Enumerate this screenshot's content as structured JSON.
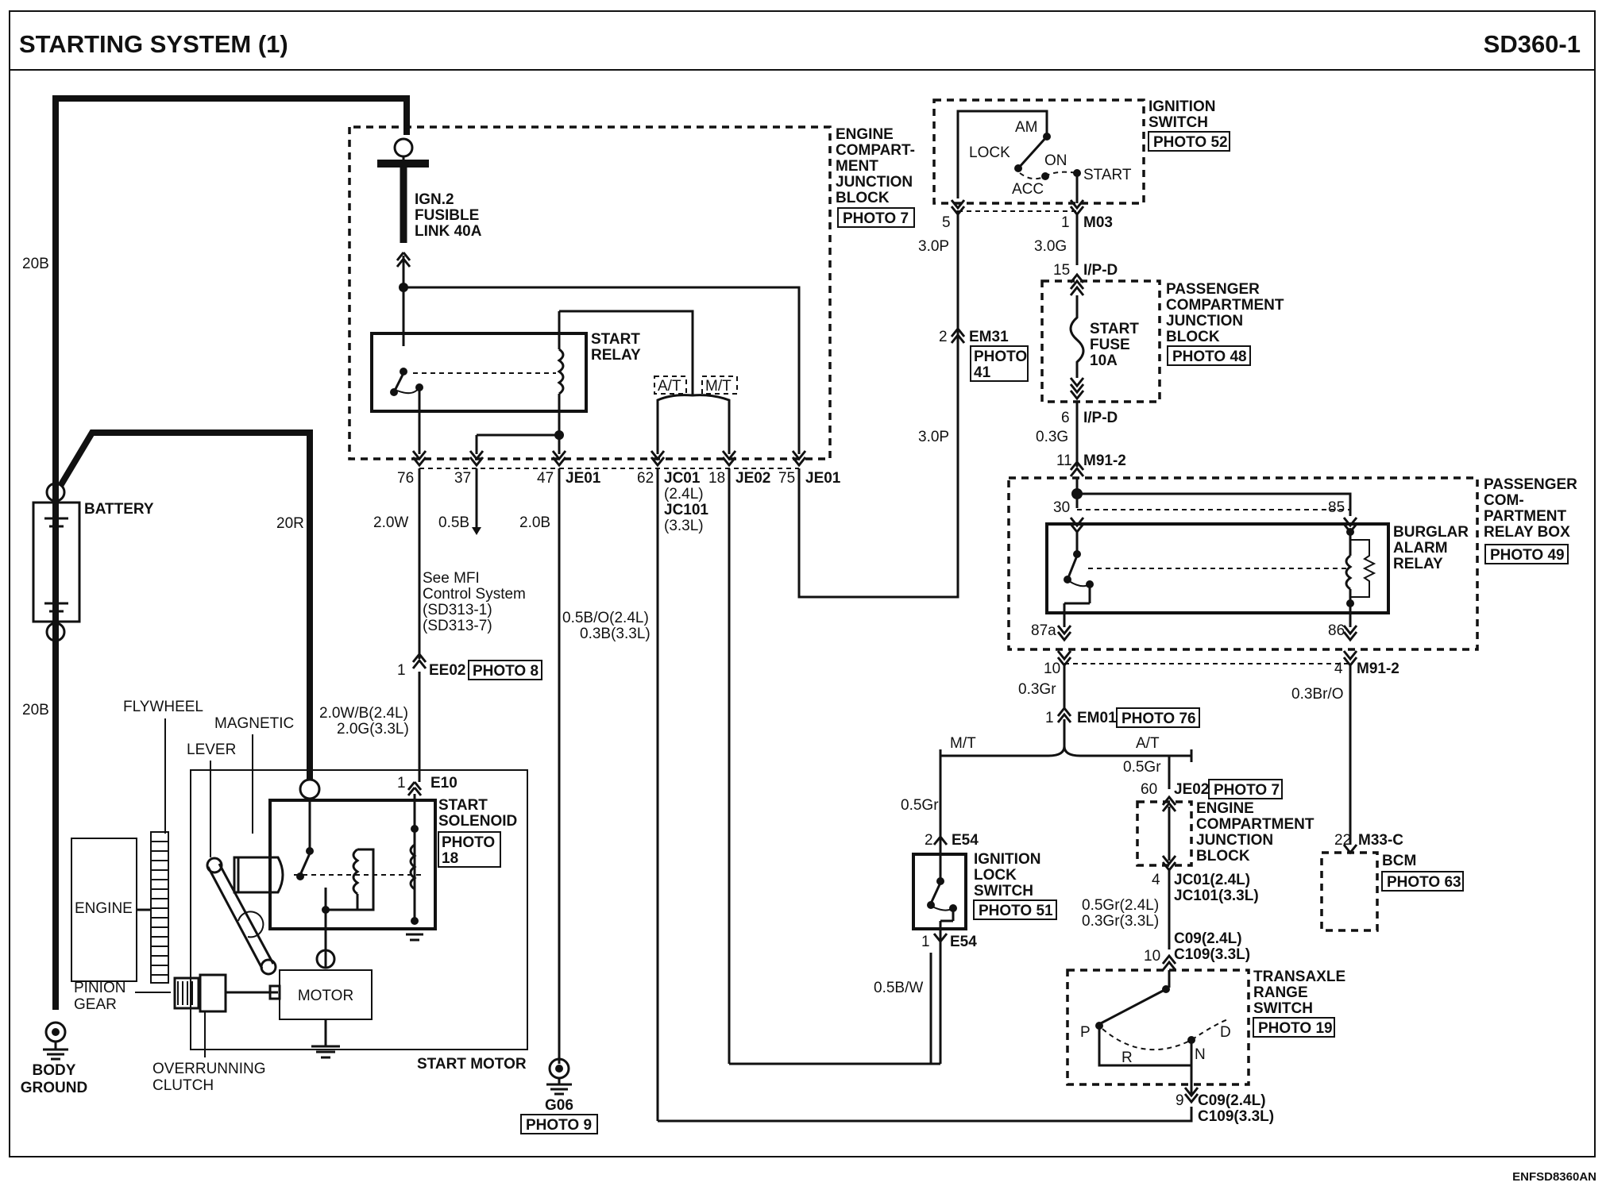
{
  "title": "STARTING SYSTEM (1)",
  "page_code": "SD360-1",
  "figure_code": "ENFSD8360AN",
  "components": {
    "battery": "BATTERY",
    "body_ground": [
      "BODY",
      "GROUND"
    ],
    "flywheel": "FLYWHEEL",
    "magnetic": "MAGNETIC",
    "lever": "LEVER",
    "engine": "ENGINE",
    "pinion_gear": [
      "PINION",
      "GEAR"
    ],
    "overrunning_clutch": [
      "OVERRUNNING",
      "CLUTCH"
    ],
    "motor": "MOTOR",
    "start_motor": "START MOTOR",
    "start_solenoid": [
      "START",
      "SOLENOID"
    ],
    "start_solenoid_photo": [
      "PHOTO",
      "18"
    ],
    "fusible_link": [
      "IGN.2",
      "FUSIBLE",
      "LINK 40A"
    ],
    "start_relay": [
      "START",
      "RELAY"
    ],
    "engine_jb": [
      "ENGINE",
      "COMPART-",
      "MENT",
      "JUNCTION",
      "BLOCK"
    ],
    "engine_jb_photo": "PHOTO 7",
    "ignition_switch": [
      "IGNITION",
      "SWITCH"
    ],
    "ignition_switch_photo": "PHOTO 52",
    "ign_positions": {
      "am": "AM",
      "lock": "LOCK",
      "on": "ON",
      "acc": "ACC",
      "start": "START"
    },
    "passenger_jb": [
      "PASSENGER",
      "COMPARTMENT",
      "JUNCTION",
      "BLOCK"
    ],
    "passenger_jb_photo": "PHOTO 48",
    "start_fuse": [
      "START",
      "FUSE",
      "10A"
    ],
    "em31_photo": [
      "PHOTO",
      "41"
    ],
    "relay_box": [
      "PASSENGER",
      "COM-",
      "PARTMENT",
      "RELAY BOX"
    ],
    "relay_box_photo": "PHOTO 49",
    "burglar_relay": [
      "BURGLAR",
      "ALARM",
      "RELAY"
    ],
    "see_mfi": [
      "See MFI",
      "Control System",
      "(SD313-1)",
      "(SD313-7)"
    ],
    "ignition_lock": [
      "IGNITION",
      "LOCK",
      "SWITCH"
    ],
    "ignition_lock_photo": "PHOTO 51",
    "engine_jb2": [
      "ENGINE",
      "COMPARTMENT",
      "JUNCTION",
      "BLOCK"
    ],
    "bcm": "BCM",
    "bcm_photo": "PHOTO 63",
    "transaxle": [
      "TRANSAXLE",
      "RANGE",
      "SWITCH"
    ],
    "transaxle_photo": "PHOTO 19",
    "trans_positions": {
      "p": "P",
      "r": "R",
      "n": "N",
      "d": "D"
    },
    "g06": "G06",
    "g06_photo": "PHOTO 9"
  },
  "connectors": {
    "je01_a": "JE01",
    "je01_b": "JE01",
    "je02": "JE02",
    "jc01": [
      "JC01",
      "(2.4L)",
      "JC101",
      "(3.3L)"
    ],
    "ee02": "EE02",
    "ee02_photo": "PHOTO 8",
    "e10": "E10",
    "m03": "M03",
    "ipd1": "I/P-D",
    "ipd2": "I/P-D",
    "em31": "EM31",
    "m91a": "M91-2",
    "m91b": "M91-2",
    "em01": "EM01",
    "em01_photo": "PHOTO 76",
    "je02b": "JE02",
    "je02b_photo": "PHOTO 7",
    "e54a": "E54",
    "e54b": "E54",
    "jc01b": [
      "JC01(2.4L)",
      "JC101(3.3L)"
    ],
    "m33c": "M33-C",
    "c09a": [
      "C09(2.4L)",
      "C109(3.3L)"
    ],
    "c09b": [
      "C09(2.4L)",
      "C109(3.3L)"
    ],
    "at": "A/T",
    "mt": "M/T",
    "mt2": "M/T",
    "at2": "A/T"
  },
  "pins": {
    "p76": "76",
    "p37": "37",
    "p47": "47",
    "p62": "62",
    "p18": "18",
    "p75": "75",
    "p5": "5",
    "p1": "1",
    "p15": "15",
    "p2": "2",
    "p6": "6",
    "p11": "11",
    "p30": "30",
    "p85": "85",
    "p87a": "87a",
    "p86": "86",
    "p10": "10",
    "p4": "4",
    "p1em": "1",
    "p60": "60",
    "p2e": "2",
    "p1e": "1",
    "p22": "22",
    "p4jc": "4",
    "p10c": "10",
    "p9c": "9",
    "p1ee": "1",
    "p1e10": "1"
  },
  "wires": {
    "w20b_top": "20B",
    "w20b_bot": "20B",
    "w20r": "20R",
    "w2_0w": "2.0W",
    "w0_5b": "0.5B",
    "w2_0b": "2.0B",
    "w0_5bo": [
      "0.5B/O(2.4L)",
      "0.3B(3.3L)"
    ],
    "w2_0wb": [
      "2.0W/B(2.4L)",
      "2.0G(3.3L)"
    ],
    "w3_0p_a": "3.0P",
    "w3_0p_b": "3.0P",
    "w3_0g": "3.0G",
    "w0_3g": "0.3G",
    "w0_3gr": "0.3Gr",
    "w0_3bro": "0.3Br/O",
    "w0_5gr_a": "0.5Gr",
    "w0_5gr_b": "0.5Gr",
    "w0_5gr_c": [
      "0.5Gr(2.4L)",
      "0.3Gr(3.3L)"
    ],
    "w0_5bw": "0.5B/W"
  }
}
